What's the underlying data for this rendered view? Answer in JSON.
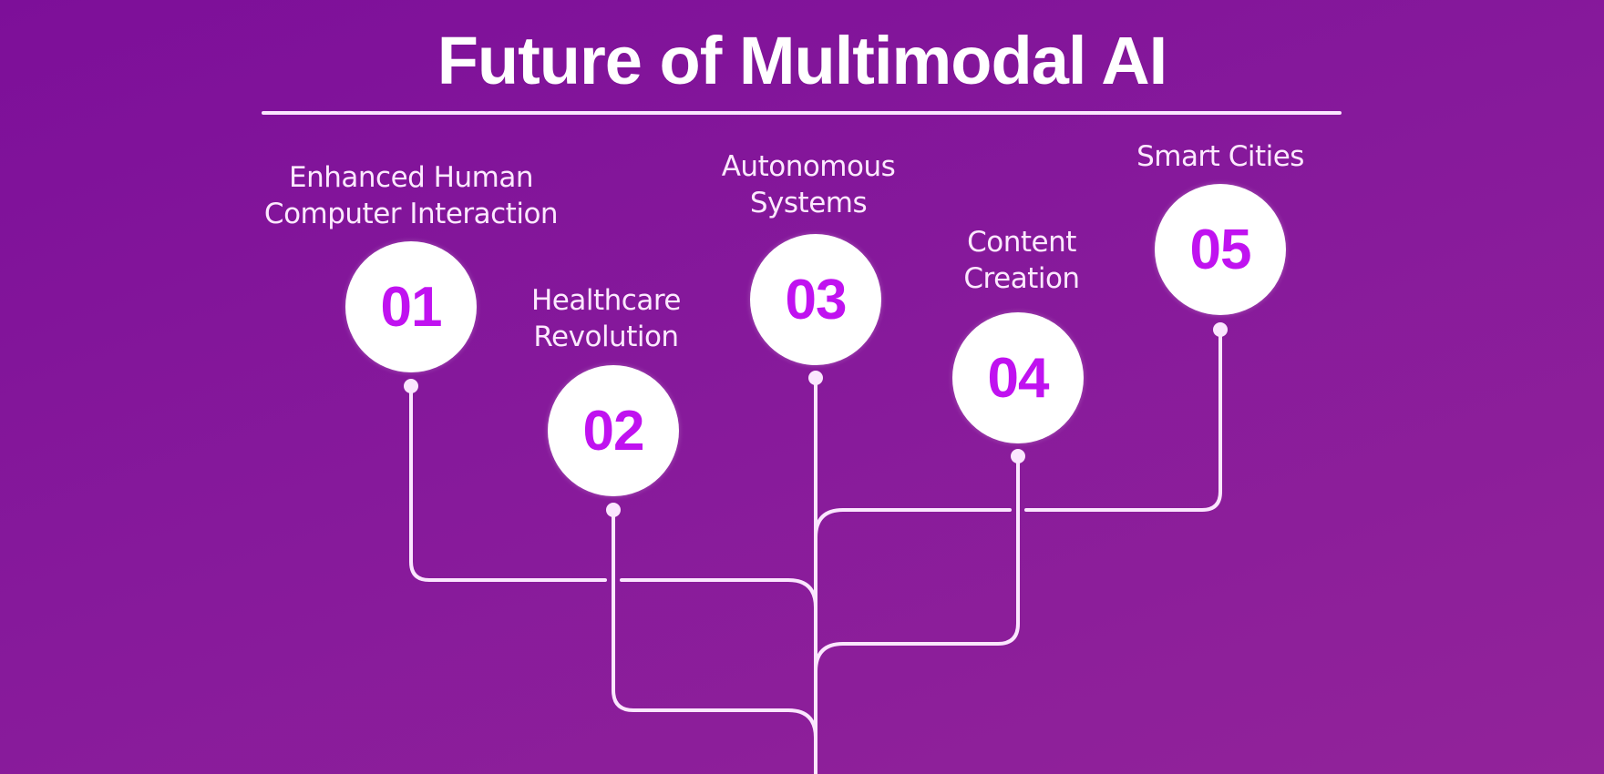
{
  "title": "Future of Multimodal AI",
  "colors": {
    "background_start": "#7d0f99",
    "background_end": "#92239a",
    "number_accent": "#c012f0",
    "circle_fill": "#ffffff",
    "line": "#fbe6ff",
    "text": "#fde9ff"
  },
  "nodes": [
    {
      "number": "01",
      "label_lines": [
        "Enhanced Human",
        "Computer Interaction"
      ]
    },
    {
      "number": "02",
      "label_lines": [
        "Healthcare",
        "Revolution"
      ]
    },
    {
      "number": "03",
      "label_lines": [
        "Autonomous",
        "Systems"
      ]
    },
    {
      "number": "04",
      "label_lines": [
        "Content",
        "Creation"
      ]
    },
    {
      "number": "05",
      "label_lines": [
        "Smart Cities"
      ]
    }
  ]
}
